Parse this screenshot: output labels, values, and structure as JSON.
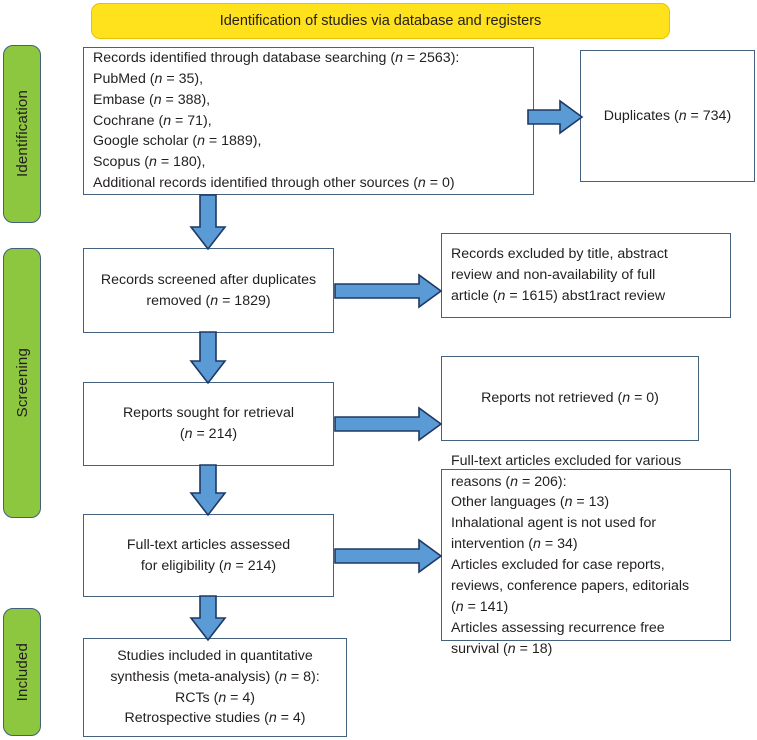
{
  "diagram": {
    "title": "Identification of studies via database and registers",
    "type": "PRISMA flow diagram",
    "colors": {
      "header_fill": "#FFE11C",
      "header_border": "#E3C400",
      "phase_fill": "#8DC63F",
      "phase_border": "#44607E",
      "box_border": "#44627E",
      "arrow_fill": "#5B9BD5",
      "arrow_stroke": "#1F3864",
      "text": "#231f20",
      "background": "#FFFFFF"
    }
  },
  "phases": [
    {
      "id": "identification",
      "label": "Identification"
    },
    {
      "id": "screening",
      "label": "Screening"
    },
    {
      "id": "included",
      "label": "Included"
    }
  ],
  "boxes": {
    "records_identified": {
      "id": "records-identified",
      "align": "left",
      "lines": [
        "Records identified through database searching (<i>n</i> = 2563):",
        "PubMed (<i>n</i> = 35),",
        "Embase (<i>n</i> = 388),",
        "Cochrane (<i>n</i> = 71),",
        "Google scholar (<i>n</i> = 1889),",
        "Scopus (<i>n</i> = 180),",
        "Additional records identified through other sources (<i>n</i> = 0)"
      ],
      "counts": {
        "total": 2563,
        "pubmed": 35,
        "embase": 388,
        "cochrane": 71,
        "google_scholar": 1889,
        "scopus": 180,
        "other_sources": 0
      }
    },
    "duplicates": {
      "id": "duplicates",
      "align": "center",
      "lines": [
        "Duplicates (<i>n</i> = 734)"
      ],
      "counts": {
        "duplicates": 734
      }
    },
    "records_screened": {
      "id": "records-screened",
      "align": "center",
      "lines": [
        "Records screened after duplicates",
        "removed (<i>n</i> = 1829)"
      ],
      "counts": {
        "screened": 1829
      }
    },
    "records_excluded": {
      "id": "records-excluded",
      "align": "left",
      "lines": [
        "Records excluded by title, abstract",
        "review and non-availability of full",
        "article (<i>n</i> = 1615) abst1ract review"
      ],
      "counts": {
        "excluded": 1615
      }
    },
    "reports_sought": {
      "id": "reports-sought",
      "align": "center",
      "lines": [
        "Reports sought for retrieval",
        "(<i>n</i> = 214)"
      ],
      "counts": {
        "sought": 214
      }
    },
    "reports_not_retrieved": {
      "id": "reports-not-retrieved",
      "align": "center",
      "lines": [
        "Reports not retrieved (<i>n</i> = 0)"
      ],
      "counts": {
        "not_retrieved": 0
      }
    },
    "fulltext_assessed": {
      "id": "fulltext-assessed",
      "align": "center",
      "lines": [
        "Full-text articles assessed",
        "for eligibility (<i>n</i> = 214)"
      ],
      "counts": {
        "assessed": 214
      }
    },
    "fulltext_excluded": {
      "id": "fulltext-excluded",
      "align": "left",
      "lines": [
        "Full-text articles excluded for various",
        "reasons (<i>n</i> = 206):",
        "Other languages (<i>n</i> = 13)",
        "Inhalational agent is not used for",
        "intervention (<i>n</i> = 34)",
        "Articles excluded for case reports,",
        "reviews, conference papers, editorials",
        "(<i>n</i> = 141)",
        "Articles assessing recurrence free",
        "survival (<i>n</i> = 18)"
      ],
      "counts": {
        "total_excluded": 206,
        "other_languages": 13,
        "no_inhalational_agent": 34,
        "case_reports_reviews_editorials": 141,
        "recurrence_free_survival": 18
      }
    },
    "studies_included": {
      "id": "studies-included",
      "align": "center",
      "lines": [
        "Studies included in quantitative",
        "synthesis (meta-analysis) (<i>n</i> = 8):",
        "RCTs (<i>n</i> = 4)",
        "Retrospective studies (<i>n</i> = 4)"
      ],
      "counts": {
        "included": 8,
        "rcts": 4,
        "retrospective": 4
      }
    }
  },
  "arrows": [
    {
      "id": "arrow-identified-to-duplicates",
      "direction": "right"
    },
    {
      "id": "arrow-identified-to-screened",
      "direction": "down"
    },
    {
      "id": "arrow-screened-to-excluded",
      "direction": "right"
    },
    {
      "id": "arrow-screened-to-sought",
      "direction": "down"
    },
    {
      "id": "arrow-sought-to-not-retrieved",
      "direction": "right"
    },
    {
      "id": "arrow-sought-to-fulltext",
      "direction": "down"
    },
    {
      "id": "arrow-fulltext-to-excluded",
      "direction": "right"
    },
    {
      "id": "arrow-fulltext-to-included",
      "direction": "down"
    }
  ]
}
